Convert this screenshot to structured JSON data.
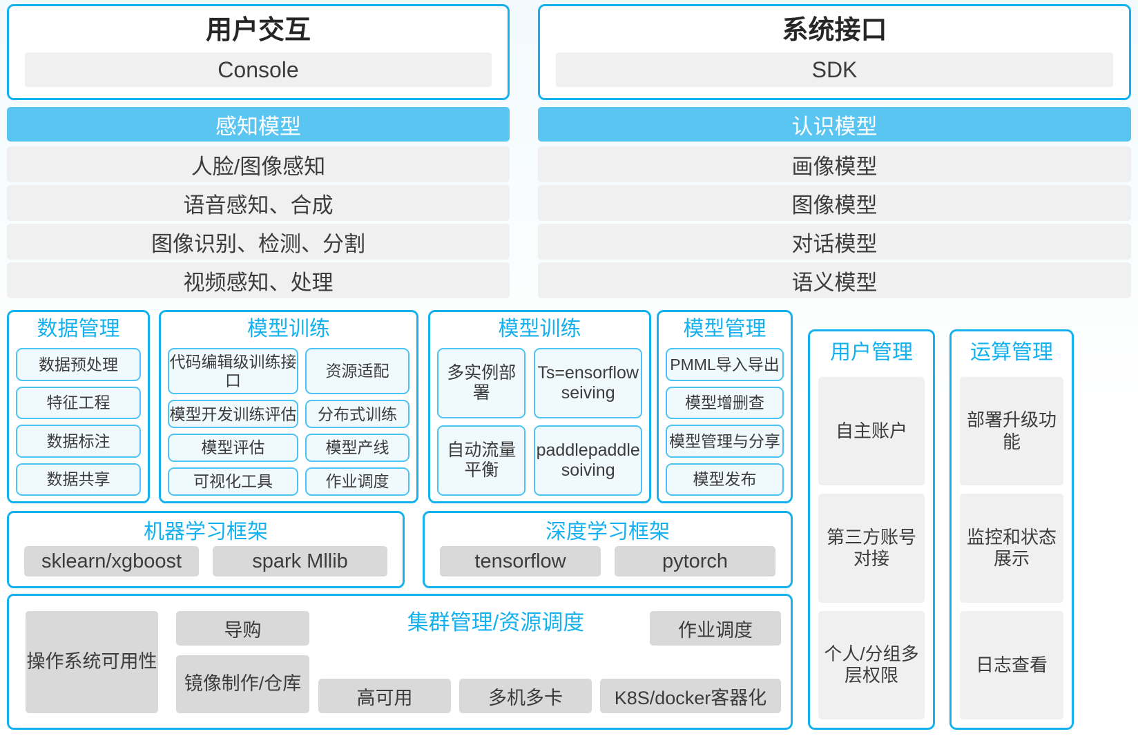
{
  "colors": {
    "brand_blue": "#15b1ef",
    "band_blue": "#5bc5f2",
    "chip_gray": "#f0f0f0",
    "chip_dark_gray": "#d9d9d9",
    "chip_light_blue": "#f0f9fd"
  },
  "top": {
    "user_interaction": {
      "title": "用户交互",
      "subtitle": "Console"
    },
    "system_interface": {
      "title": "系统接口",
      "subtitle": "SDK"
    }
  },
  "model_layers": {
    "perception": {
      "header": "感知模型",
      "rows": [
        "人脸/图像感知",
        "语音感知、合成",
        "图像识别、检测、分割",
        "视频感知、处理"
      ]
    },
    "cognition": {
      "header": "认识模型",
      "rows": [
        "画像模型",
        "图像模型",
        "对话模型",
        "语义模型"
      ]
    }
  },
  "capabilities": {
    "data_management": {
      "title": "数据管理",
      "items": [
        "数据预处理",
        "特征工程",
        "数据标注",
        "数据共享"
      ]
    },
    "model_training_1": {
      "title": "模型训练",
      "items": [
        "代码编辑级训练接口",
        "资源适配",
        "模型开发训练评估",
        "分布式训练",
        "模型评估",
        "模型产线",
        "可视化工具",
        "作业调度"
      ]
    },
    "model_training_2": {
      "title": "模型训练",
      "items": [
        "多实例部署",
        "Ts=ensorflow seiving",
        "自动流量平衡",
        "paddlepaddle  soiving"
      ]
    },
    "model_management": {
      "title": "模型管理",
      "items": [
        "PMML导入导出",
        "模型增删查",
        "模型管理与分享",
        "模型发布"
      ]
    },
    "user_management": {
      "title": "用户管理",
      "items": [
        "自主账户",
        "第三方账号对接",
        "个人/分组多层权限"
      ]
    },
    "compute_management": {
      "title": "运算管理",
      "items": [
        "部署升级功能",
        "监控和状态展示",
        "日志查看"
      ]
    }
  },
  "frameworks": {
    "machine_learning": {
      "title": "机器学习框架",
      "items": [
        "sklearn/xgboost",
        "spark Mllib"
      ]
    },
    "deep_learning": {
      "title": "深度学习框架",
      "items": [
        "tensorflow",
        "pytorch"
      ]
    }
  },
  "cluster": {
    "title": "集群管理/资源调度",
    "os": "操作系统可用性",
    "daogou": "导购",
    "mirror": "镜像制作/仓库",
    "job_scheduling": "作业调度",
    "high_availability": "高可用",
    "multi_machine": "多机多卡",
    "k8s": "K8S/docker客器化"
  }
}
